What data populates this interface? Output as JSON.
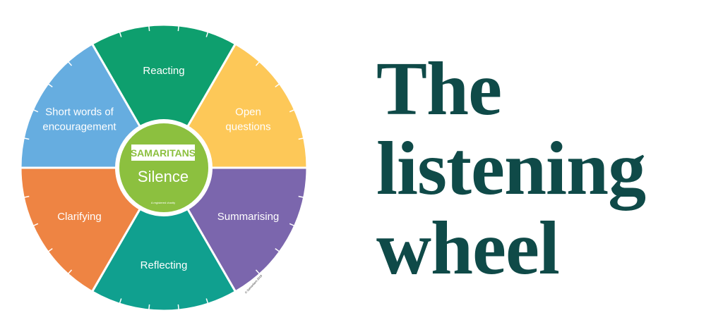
{
  "wheel": {
    "segments": [
      {
        "lines": [
          "Reacting"
        ],
        "color": "#0e9f6e"
      },
      {
        "lines": [
          "Open",
          "questions"
        ],
        "color": "#fdc858"
      },
      {
        "lines": [
          "Summarising"
        ],
        "color": "#7b66ad"
      },
      {
        "lines": [
          "Reflecting"
        ],
        "color": "#10a08f"
      },
      {
        "lines": [
          "Clarifying"
        ],
        "color": "#ee8443"
      },
      {
        "lines": [
          "Short words of",
          "encouragement"
        ],
        "color": "#66ade0"
      }
    ],
    "center": {
      "logo_text": "SAMARITANS",
      "label": "Silence",
      "small_text": "A registered charity",
      "color": "#8cc03f"
    },
    "copyright": "© Samaritans 2018"
  },
  "title": {
    "lines": [
      "The",
      "listening",
      "wheel"
    ],
    "color": "#0f4a48"
  }
}
